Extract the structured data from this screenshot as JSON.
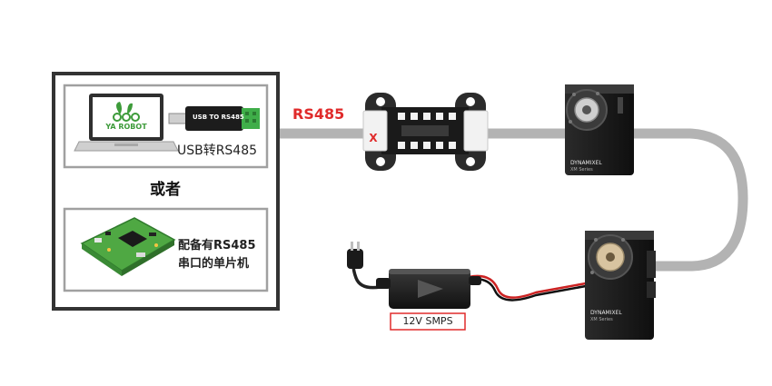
{
  "host_panel": {
    "usb_adapter_label": "USB TO RS485",
    "laptop_logo_text": "YA ROBOT",
    "usb_caption": "USB转RS485",
    "or_text": "或者",
    "mcu_caption_line1": "配备有RS485",
    "mcu_caption_line2": "串口的单片机"
  },
  "bus": {
    "protocol_label": "RS485",
    "hub_mark": "X"
  },
  "servo": {
    "brand_text": "DYNAMIXEL",
    "series_text": "XM Series"
  },
  "power": {
    "label": "12V SMPS"
  },
  "colors": {
    "accent_red": "#e02b2b",
    "cable_gray": "#b3b3b3",
    "panel_border": "#333333",
    "board_green": "#4fa843"
  }
}
